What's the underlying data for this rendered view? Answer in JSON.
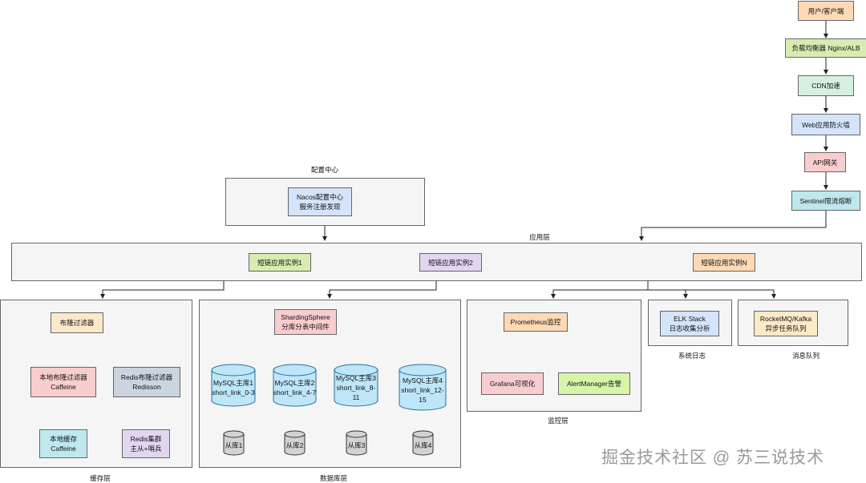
{
  "client_chain": {
    "client": "用户/客户端",
    "lb": "负载均衡器 Nginx/ALB",
    "cdn": "CDN加速",
    "waf": "Web应用防火墙",
    "gateway": "API网关",
    "sentinel": "Sentinel限流熔断"
  },
  "config": {
    "title": "配置中心",
    "nacos": "Nacos配置中心\n服务注册发现"
  },
  "app_layer": {
    "title": "应用层",
    "instance1": "短链应用实例1",
    "instance2": "短链应用实例2",
    "instanceN": "短链应用实例N"
  },
  "cache_layer": {
    "title": "缓存层",
    "bloom": "布隆过滤器",
    "local_bloom": "本地布隆过滤器\nCaffeine",
    "redis_bloom": "Redis布隆过滤器\nRedisson",
    "local_cache": "本地缓存\nCaffeine",
    "redis_cluster": "Redis集群\n主从+哨兵"
  },
  "db_layer": {
    "title": "数据库层",
    "sharding": "ShardingSphere\n分库分表中间件",
    "master1": "MySQL主库1\nshort_link_0-3",
    "master2": "MySQL主库2\nshort_link_4-7",
    "master3": "MySQL主库3\nshort_link_8-11",
    "master4": "MySQL主库4\nshort_link_12-\n15",
    "slave1": "从库1",
    "slave2": "从库2",
    "slave3": "从库3",
    "slave4": "从库4"
  },
  "monitor_layer": {
    "title": "监控层",
    "prometheus": "Prometheus监控",
    "grafana": "Grafana可视化",
    "alertmanager": "AlertManager告警"
  },
  "log": {
    "title": "系统日志",
    "elk": "ELK Stack\n日志收集分析"
  },
  "mq": {
    "title": "消息队列",
    "rocket": "RocketMQ/Kafka\n异步任务队列"
  },
  "watermark": "掘金技术社区 @ 苏三说技术",
  "colors": {
    "orange": "#fdd9b5",
    "green": "#d6ecb1",
    "mint": "#d5f0df",
    "blue": "#d4e4fa",
    "red": "#f9cdcd",
    "cyan": "#bfe8ee",
    "purple": "#e1d5f0",
    "yellow": "#fbe9c8",
    "slate": "#cbd5df",
    "db": "#bde6f8",
    "gray": "#d2d2d2",
    "bright_green": "#d6f5a9"
  }
}
